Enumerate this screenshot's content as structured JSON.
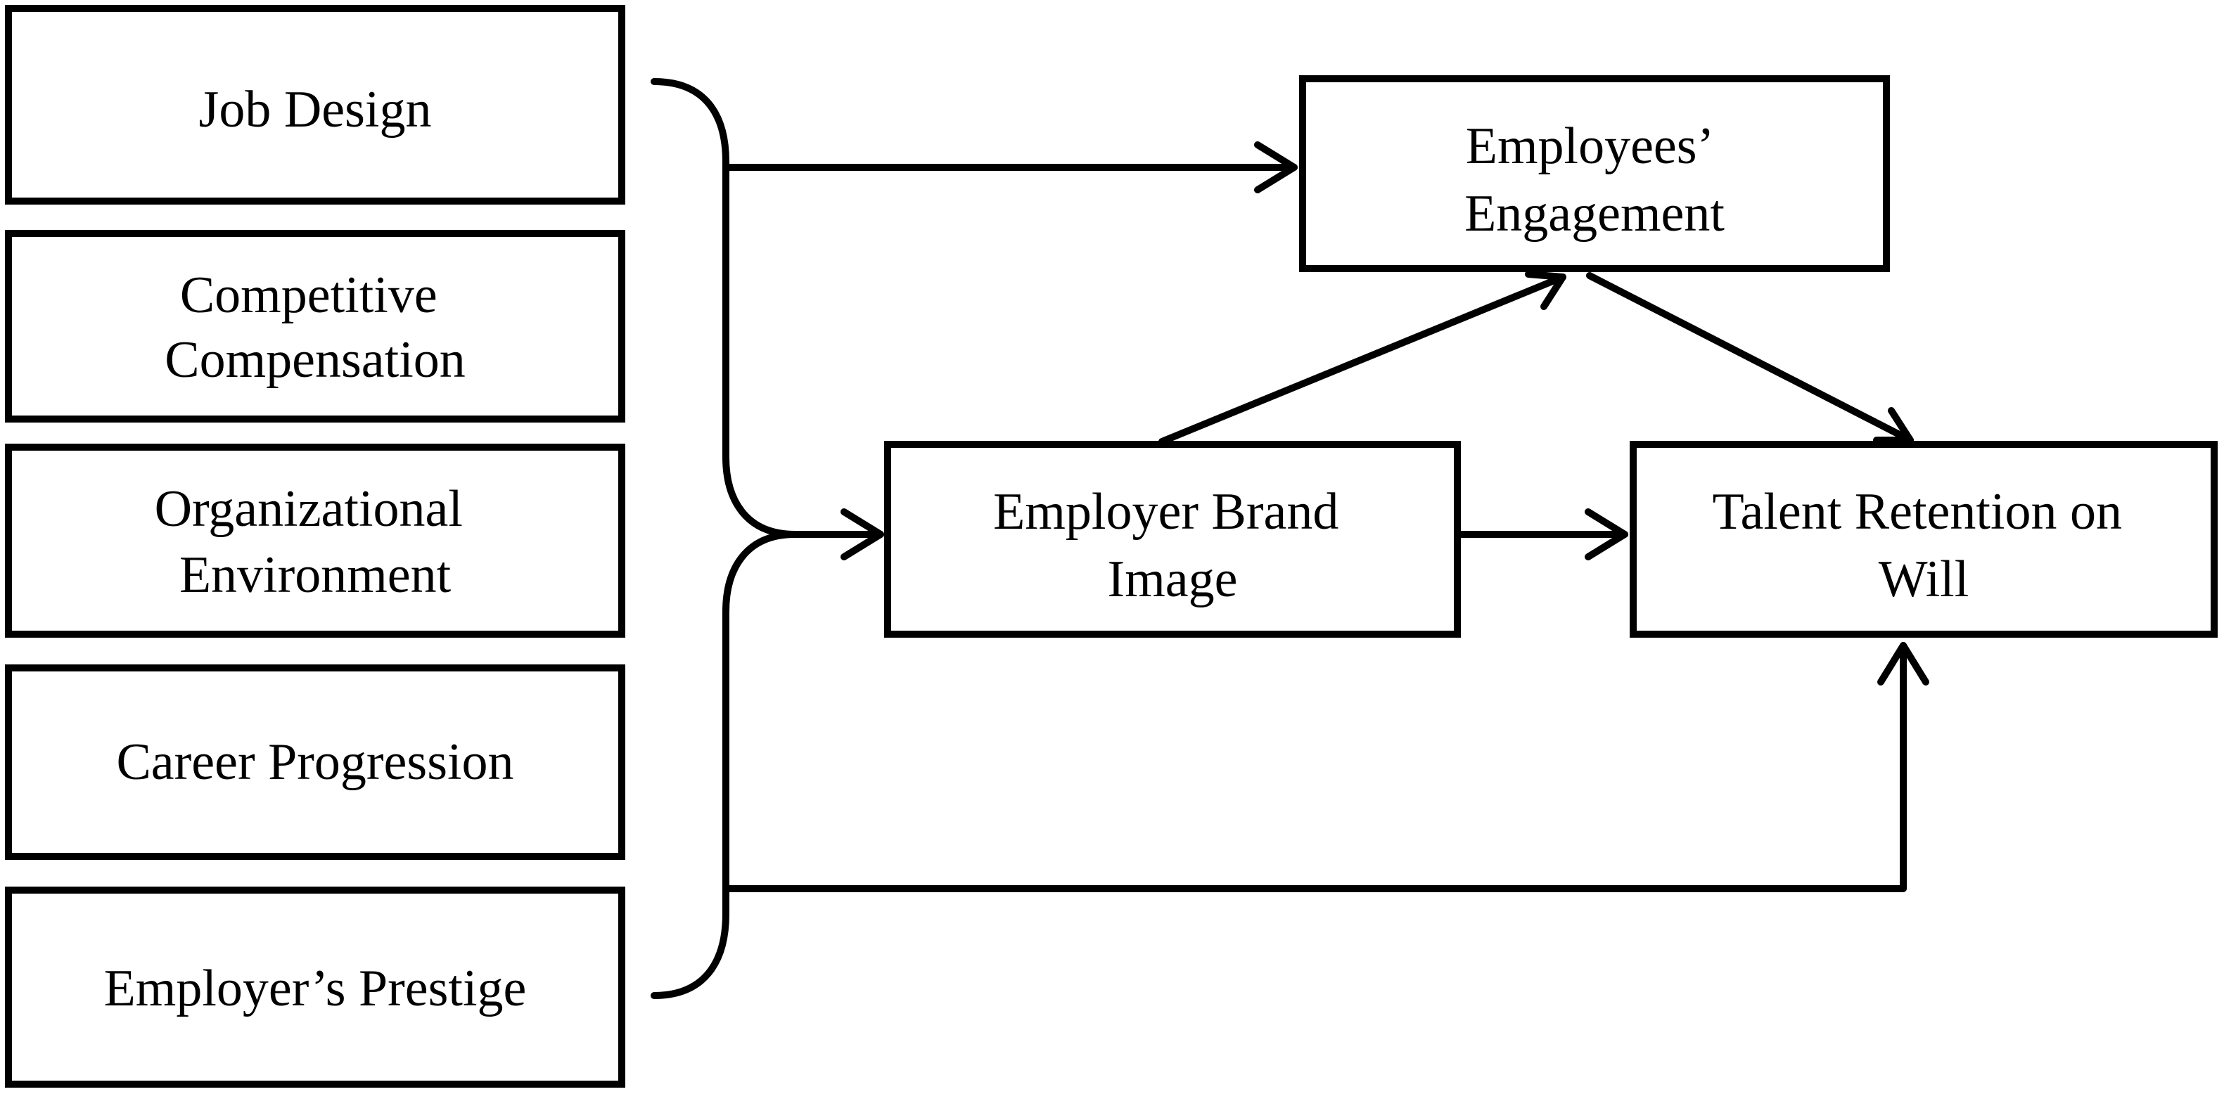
{
  "factors": [
    {
      "id": "job_design",
      "lines": [
        "Job Design"
      ]
    },
    {
      "id": "competitive_compensation",
      "lines": [
        "Competitive",
        "Compensation"
      ]
    },
    {
      "id": "organizational_environment",
      "lines": [
        "Organizational",
        "Environment"
      ]
    },
    {
      "id": "career_progression",
      "lines": [
        "Career Progression"
      ]
    },
    {
      "id": "employers_prestige",
      "lines": [
        "Employer’s Prestige"
      ]
    }
  ],
  "nodes": {
    "engagement": {
      "lines": [
        "Employees’",
        "Engagement"
      ]
    },
    "brand_image": {
      "lines": [
        "Employer Brand",
        "Image"
      ]
    },
    "retention": {
      "lines": [
        "Talent Retention on",
        "Will"
      ]
    }
  },
  "edges": [
    {
      "from": "factors",
      "to": "engagement"
    },
    {
      "from": "factors",
      "to": "brand_image"
    },
    {
      "from": "factors",
      "to": "retention"
    },
    {
      "from": "brand_image",
      "to": "engagement"
    },
    {
      "from": "brand_image",
      "to": "retention"
    },
    {
      "from": "engagement",
      "to": "retention"
    }
  ]
}
